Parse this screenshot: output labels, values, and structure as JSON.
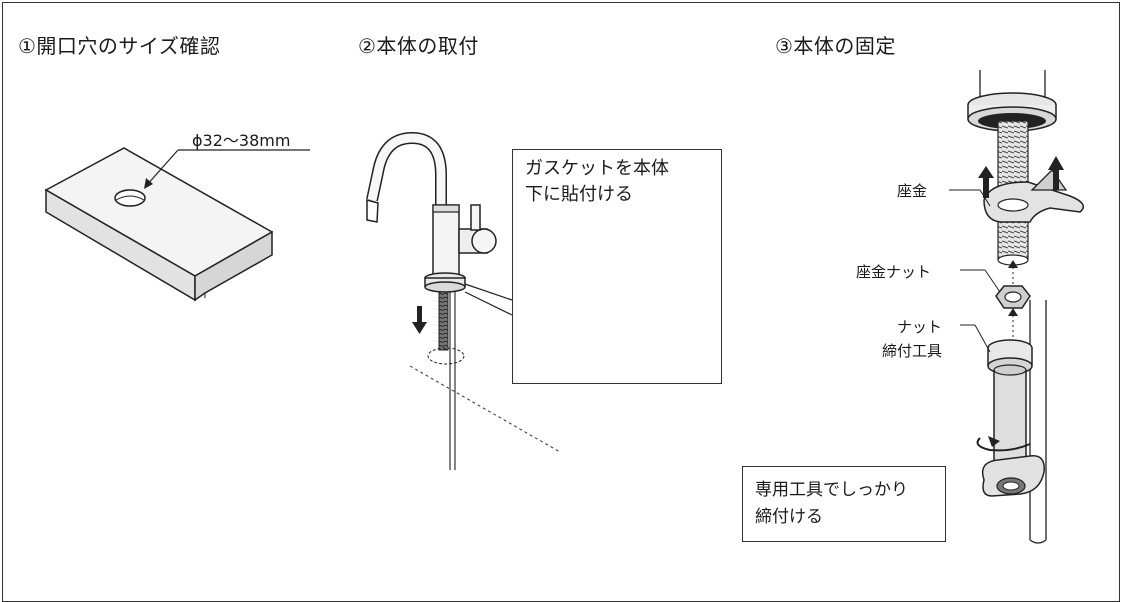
{
  "steps": [
    {
      "title": "①開口穴のサイズ確認"
    },
    {
      "title": "②本体の取付"
    },
    {
      "title": "③本体の固定"
    }
  ],
  "step1": {
    "dimension_label": "ϕ32〜38mm"
  },
  "step2": {
    "callout_line1": "ガスケットを本体",
    "callout_line2": "下に貼付ける"
  },
  "step3": {
    "washer_label": "座金",
    "washer_nut_label": "座金ナット",
    "tool_label_line1": "ナット",
    "tool_label_line2": "締付工具",
    "note_line1": "専用工具でしっかり",
    "note_line2": "締付ける"
  },
  "colors": {
    "line": "#222222",
    "fill_light": "#f2f2f2",
    "fill_mid": "#bdbdbd",
    "fill_dark": "#555555"
  }
}
